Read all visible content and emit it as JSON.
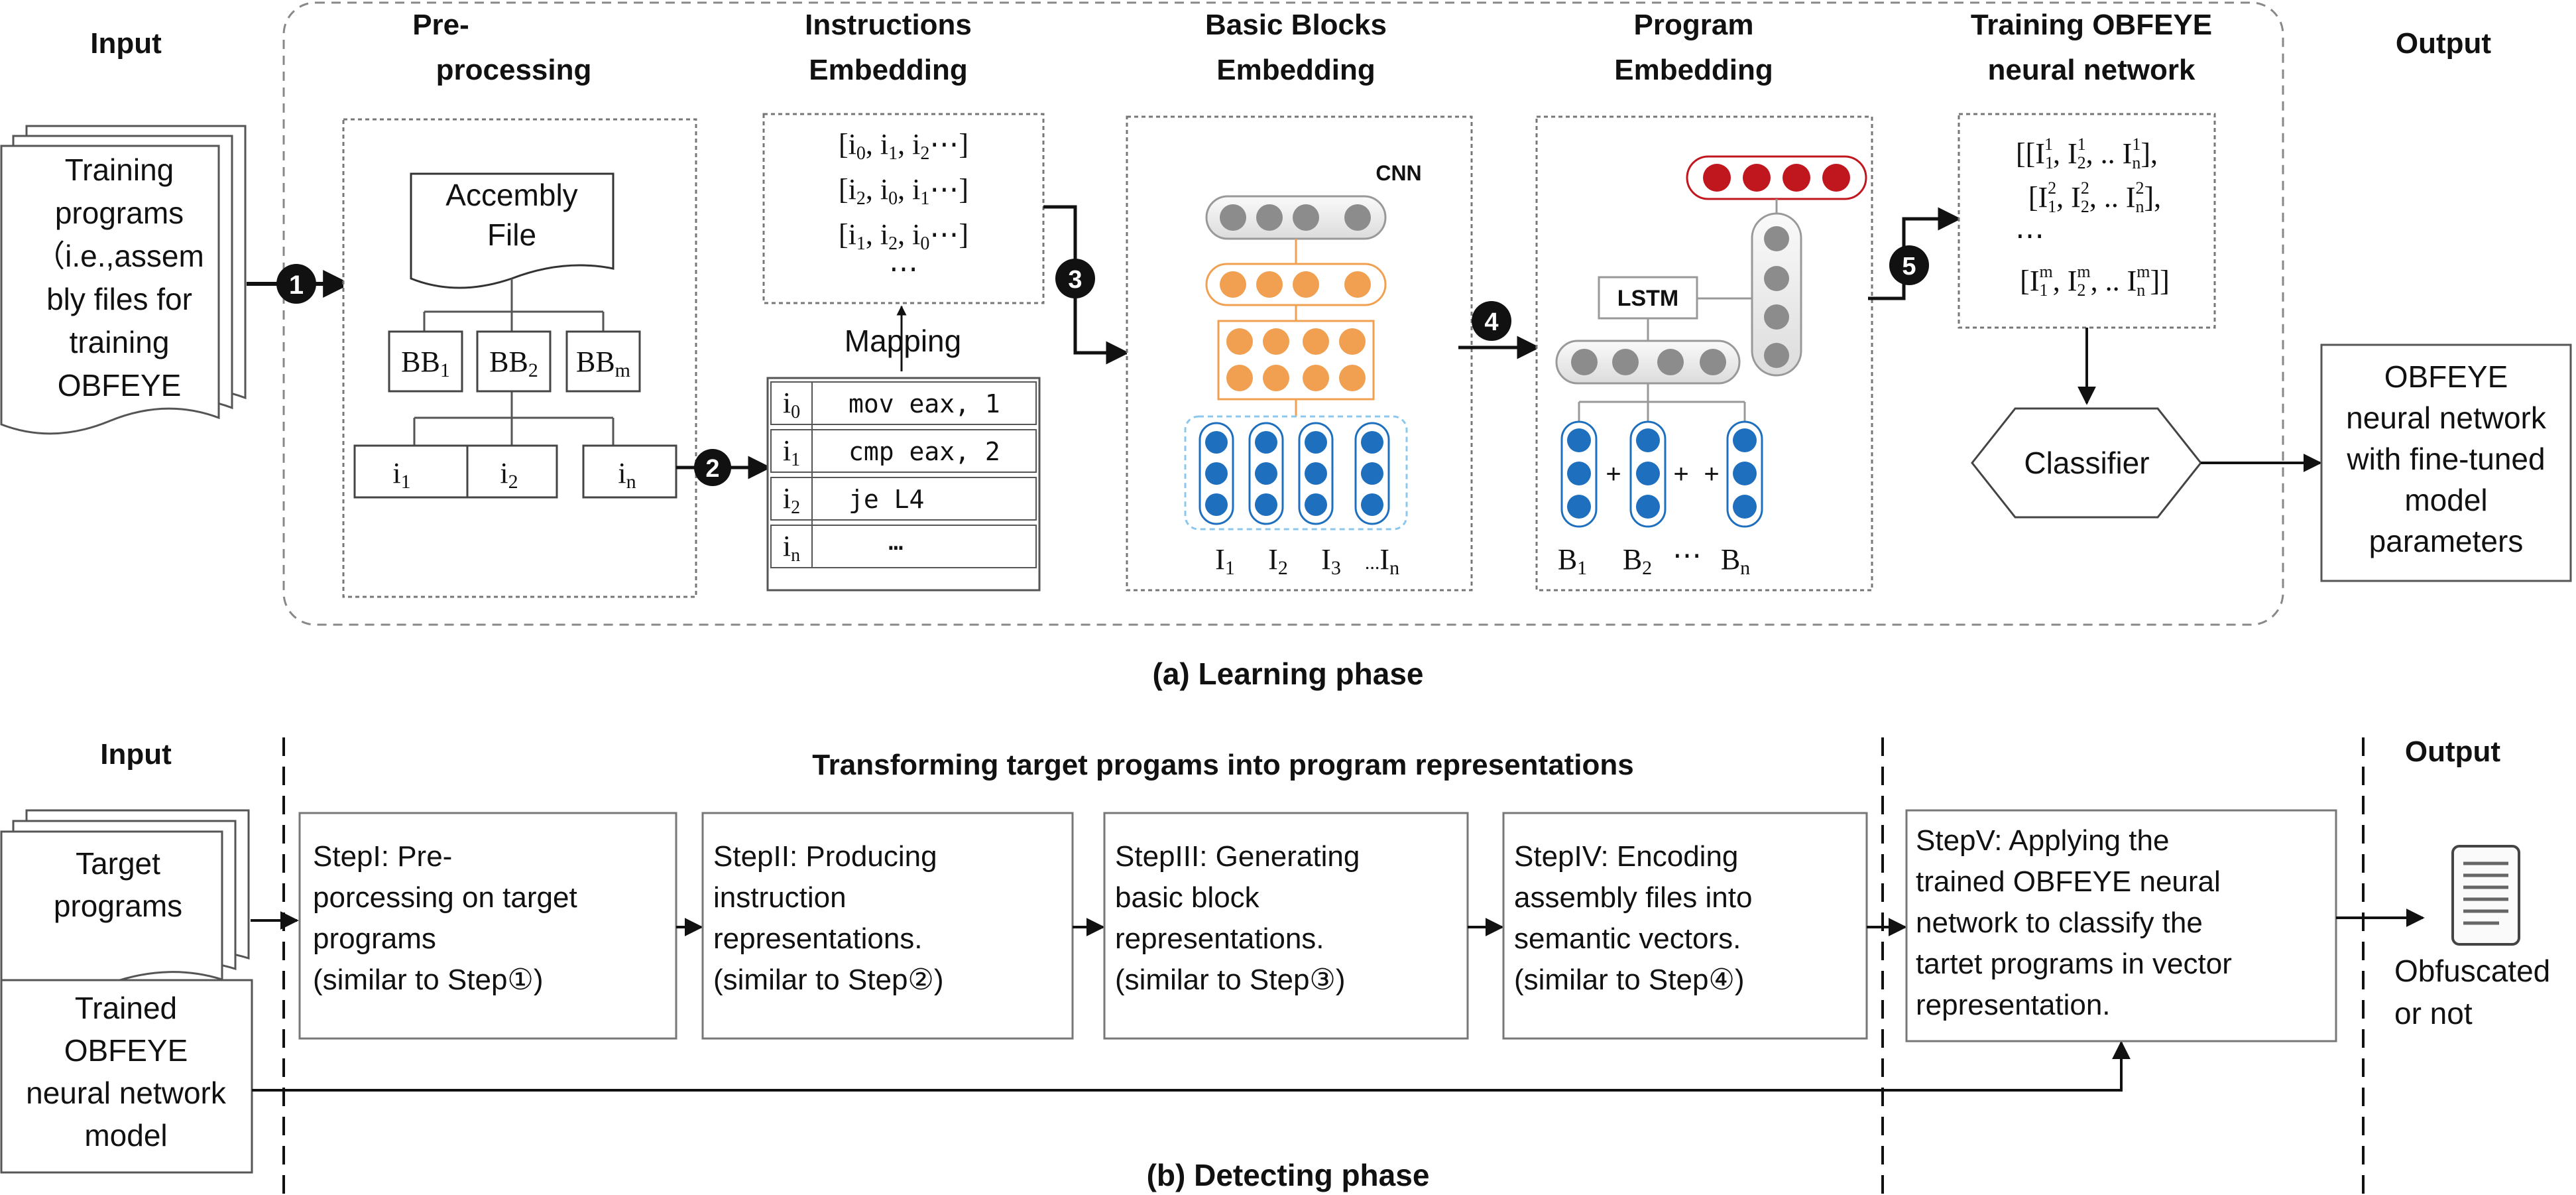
{
  "learning": {
    "input_heading": "Input",
    "output_heading": "Output",
    "caption": "(a) Learning phase",
    "training_programs": [
      "Training",
      "programs",
      "（i.e.,assem",
      "bly files for",
      "training",
      "OBFEYE"
    ],
    "steps": {
      "s1": "1",
      "s2": "2",
      "s3": "3",
      "s4": "4",
      "s5": "5"
    },
    "preprocessing": {
      "title": [
        "Pre-",
        "processing"
      ],
      "file_label": [
        "Accembly",
        "File"
      ],
      "bb": [
        "BB1",
        "BB2",
        "BBm"
      ],
      "instr": [
        "i1",
        "i2",
        "in"
      ]
    },
    "instr_embedding": {
      "title": [
        "Instructions",
        "Embedding"
      ],
      "vectors": [
        "[i0, i1, i2⋯]",
        "[i2, i0, i1⋯]",
        "[i1, i2, i0⋯]",
        "⋯"
      ],
      "mapping": "Mapping",
      "table": [
        {
          "idx": "i0",
          "asm": "mov eax, 1"
        },
        {
          "idx": "i1",
          "asm": "cmp eax, 2"
        },
        {
          "idx": "i2",
          "asm": "je L4"
        },
        {
          "idx": "in",
          "asm": "⋯"
        }
      ]
    },
    "bb_embedding": {
      "title": [
        "Basic Blocks",
        "Embedding"
      ],
      "cnn": "CNN",
      "labels": [
        "I1",
        "I2",
        "I3",
        "...In"
      ]
    },
    "prog_embedding": {
      "title": [
        "Program",
        "Embedding"
      ],
      "lstm": "LSTM",
      "plus": "+",
      "labels": [
        "B1",
        "B2",
        "⋯",
        "Bn"
      ]
    },
    "training": {
      "title": [
        "Training OBFEYE",
        "neural network"
      ],
      "matrix": [
        "[[I₁¹, I₂¹, .. Iₙ¹],",
        "[I₁², I₂², .. Iₙ²],",
        "⋯",
        "[I₁ᵐ, I₂ᵐ, .. Iₙᵐ]]"
      ],
      "classifier": "Classifier"
    },
    "output_box": [
      "OBFEYE",
      "neural network",
      "with fine-tuned",
      "model",
      "parameters"
    ]
  },
  "detecting": {
    "input_heading": "Input",
    "output_heading": "Output",
    "caption": "(b) Detecting phase",
    "banner": "Transforming target progams into program representations",
    "target_programs": [
      "Target",
      "programs"
    ],
    "trained_model": [
      "Trained",
      "OBFEYE",
      "neural network",
      "model"
    ],
    "steps": [
      [
        "StepI: Pre-",
        "porcessing on target",
        "programs",
        "(similar to Step①)"
      ],
      [
        "StepII: Producing",
        "instruction",
        "representations.",
        "(similar to Step②)"
      ],
      [
        "StepIII: Generating",
        "basic block",
        "representations.",
        "(similar to Step③)"
      ],
      [
        "StepIV: Encoding",
        "assembly files into",
        "semantic vectors.",
        "(similar to Step④)"
      ]
    ],
    "step5": [
      "StepV: Applying the",
      "trained OBFEYE neural",
      "network to classify the",
      "tartet programs in vector",
      "representation."
    ],
    "result": [
      "Obfuscated",
      "or not"
    ]
  },
  "colors": {
    "gray_node": "#8c8c8c",
    "orange_node": "#f0a050",
    "blue_node": "#1f6fbf",
    "red_node": "#c0161e",
    "dashed_border": "#888888"
  }
}
